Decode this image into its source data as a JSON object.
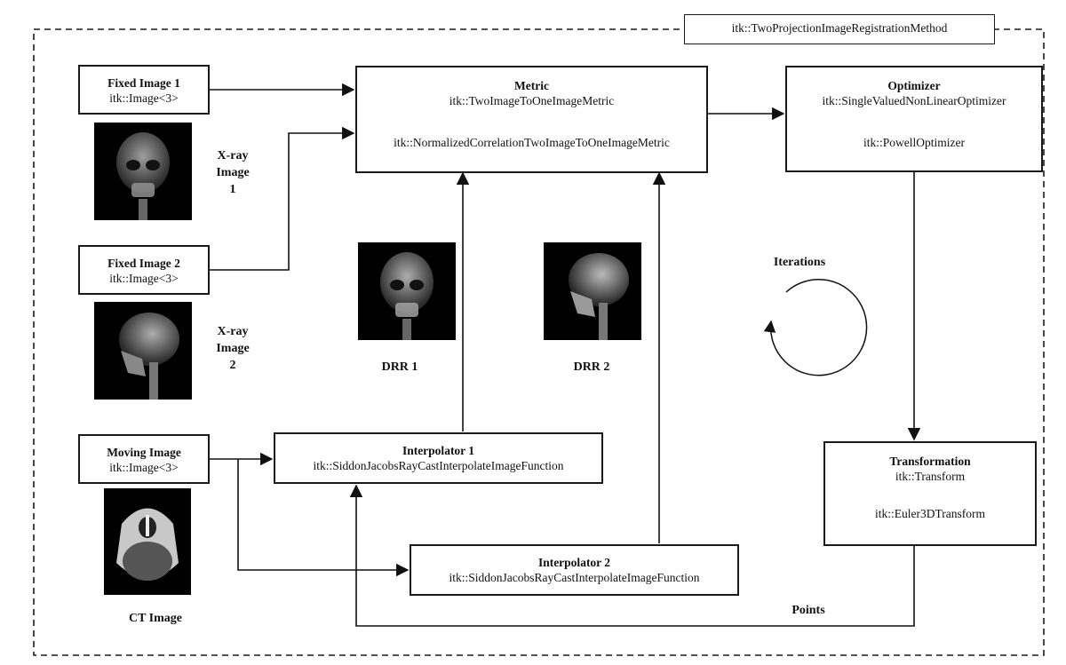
{
  "container": {
    "title": "itk::TwoProjectionImageRegistrationMethod"
  },
  "fixed1": {
    "title": "Fixed Image 1",
    "type": "itk::Image<3>"
  },
  "fixed2": {
    "title": "Fixed Image 2",
    "type": "itk::Image<3>"
  },
  "moving": {
    "title": "Moving Image",
    "type": "itk::Image<3>"
  },
  "metric": {
    "title": "Metric",
    "base": "itk::TwoImageToOneImageMetric",
    "impl": "itk::NormalizedCorrelationTwoImageToOneImageMetric"
  },
  "optimizer": {
    "title": "Optimizer",
    "base": "itk::SingleValuedNonLinearOptimizer",
    "impl": "itk::PowellOptimizer"
  },
  "interp1": {
    "title": "Interpolator 1",
    "impl": "itk::SiddonJacobsRayCastInterpolateImageFunction"
  },
  "interp2": {
    "title": "Interpolator 2",
    "impl": "itk::SiddonJacobsRayCastInterpolateImageFunction"
  },
  "transform": {
    "title": "Transformation",
    "base": "itk::Transform",
    "impl": "itk::Euler3DTransform"
  },
  "labels": {
    "xray1": [
      "X-ray",
      "Image",
      "1"
    ],
    "xray2": [
      "X-ray",
      "Image",
      "2"
    ],
    "drr1": "DRR 1",
    "drr2": "DRR 2",
    "ct": "CT Image",
    "iterations": "Iterations",
    "points": "Points"
  },
  "images": [
    {
      "name": "xray-image-1",
      "kind": "skull-frontal"
    },
    {
      "name": "xray-image-2",
      "kind": "skull-lateral"
    },
    {
      "name": "drr-image-1",
      "kind": "skull-frontal"
    },
    {
      "name": "drr-image-2",
      "kind": "skull-lateral"
    },
    {
      "name": "ct-image",
      "kind": "ct-axial"
    }
  ]
}
